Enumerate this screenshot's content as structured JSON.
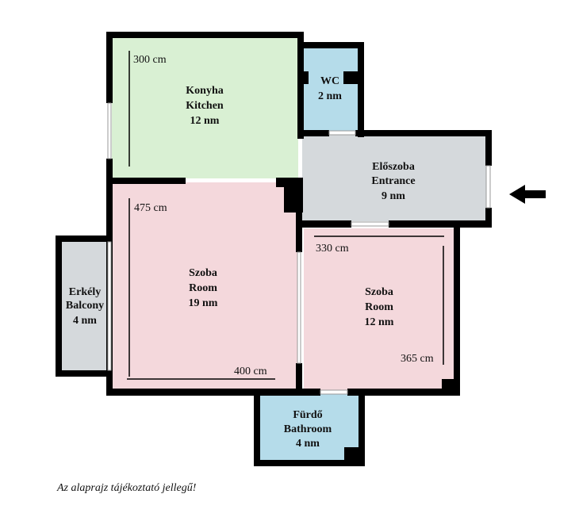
{
  "colors": {
    "kitchen": "#d9f0d3",
    "room": "#f4d8dc",
    "wc": "#b5dcea",
    "entrance": "#d5d9dc",
    "balcony": "#d5d9dc",
    "bathroom": "#b5dcea",
    "wall": "#000000"
  },
  "rooms": {
    "kitchen": {
      "name_hu": "Konyha",
      "name_en": "Kitchen",
      "area": "12 nm",
      "dim": "300 cm"
    },
    "wc": {
      "name_hu": "WC",
      "area": "2 nm"
    },
    "entrance": {
      "name_hu": "Előszoba",
      "name_en": "Entrance",
      "area": "9 nm"
    },
    "room1": {
      "name_hu": "Szoba",
      "name_en": "Room",
      "area": "19 nm",
      "dim1": "475 cm",
      "dim2": "400 cm"
    },
    "room2": {
      "name_hu": "Szoba",
      "name_en": "Room",
      "area": "12 nm",
      "dim1": "330 cm",
      "dim2": "365 cm"
    },
    "balcony": {
      "name_hu": "Erkély",
      "name_en": "Balcony",
      "area": "4 nm"
    },
    "bathroom": {
      "name_hu": "Fürdő",
      "name_en": "Bathroom",
      "area": "4 nm"
    }
  },
  "entrance_arrow": "arrow-left-icon",
  "note": "Az alaprajz tájékoztató jellegű!"
}
